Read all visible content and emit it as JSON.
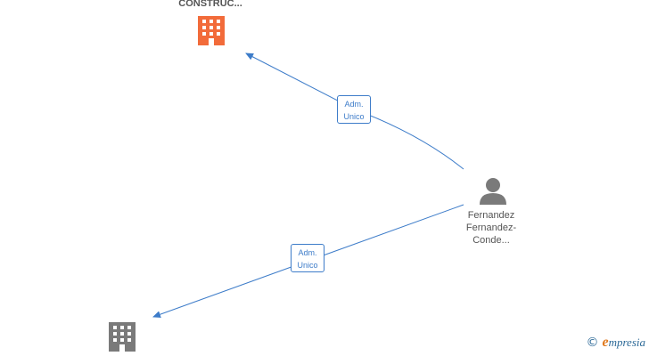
{
  "nodes": {
    "company_top": {
      "label": "CONSTRUC...",
      "icon": "building-icon",
      "color": "#f26b3a"
    },
    "company_bottom": {
      "label": "",
      "icon": "building-icon",
      "color": "#7a7a7a"
    },
    "person": {
      "label_lines": [
        "Fernandez",
        "Fernandez-",
        "Conde..."
      ],
      "icon": "person-icon",
      "color": "#7a7a7a"
    }
  },
  "edges": [
    {
      "from": "person",
      "to": "company_top",
      "label_lines": [
        "Adm.",
        "Unico"
      ]
    },
    {
      "from": "person",
      "to": "company_bottom",
      "label_lines": [
        "Adm.",
        "Unico"
      ]
    }
  ],
  "colors": {
    "edge": "#3d7cc9",
    "brand": "#2d6a98",
    "brand_accent": "#e07a1f"
  },
  "watermark": {
    "copyright_symbol": "©",
    "brand_initial": "e",
    "brand_rest": "mpresia"
  }
}
